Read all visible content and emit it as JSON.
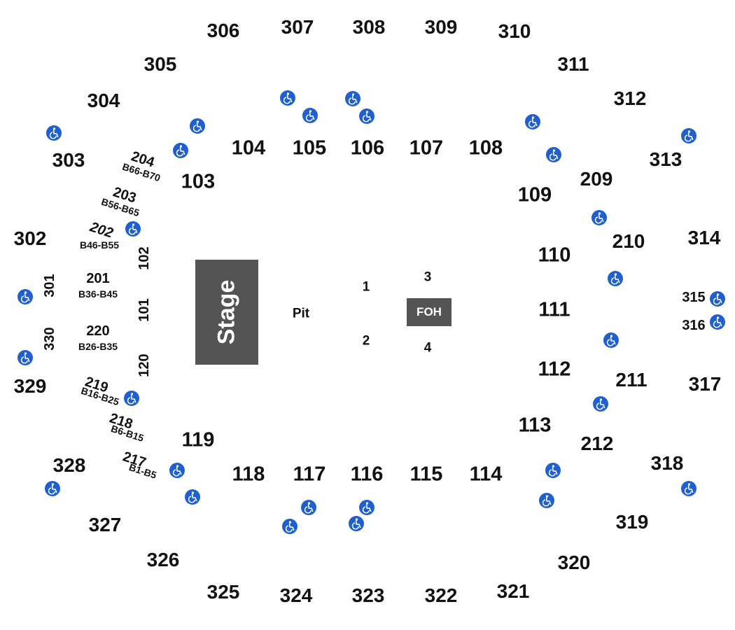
{
  "stage": {
    "label": "Stage"
  },
  "pit": {
    "label": "Pit"
  },
  "foh": {
    "label": "FOH"
  },
  "floor_sections": [
    "1",
    "2",
    "3",
    "4"
  ],
  "sections_100": [
    "101",
    "102",
    "103",
    "104",
    "105",
    "106",
    "107",
    "108",
    "109",
    "110",
    "111",
    "112",
    "113",
    "114",
    "115",
    "116",
    "117",
    "118",
    "119",
    "120"
  ],
  "sections_200": [
    {
      "name": "201",
      "rows": "B36-B45"
    },
    {
      "name": "202",
      "rows": "B46-B55"
    },
    {
      "name": "203",
      "rows": "B56-B65"
    },
    {
      "name": "204",
      "rows": "B66-B70"
    },
    {
      "name": "209"
    },
    {
      "name": "210"
    },
    {
      "name": "211"
    },
    {
      "name": "212"
    },
    {
      "name": "217",
      "rows": "B1-B5"
    },
    {
      "name": "218",
      "rows": "B6-B15"
    },
    {
      "name": "219",
      "rows": "B16-B25"
    },
    {
      "name": "220",
      "rows": "B26-B35"
    }
  ],
  "sections_300": [
    "301",
    "302",
    "303",
    "304",
    "305",
    "306",
    "307",
    "308",
    "309",
    "310",
    "311",
    "312",
    "313",
    "314",
    "315",
    "316",
    "317",
    "318",
    "319",
    "320",
    "321",
    "322",
    "323",
    "324",
    "325",
    "326",
    "327",
    "328",
    "329",
    "330"
  ],
  "icons": {
    "accessible": "wheelchair-icon",
    "accessible_color": "#1f5fd0"
  },
  "colors": {
    "stage": "#545454",
    "foh": "#545454",
    "text": "#111111"
  }
}
